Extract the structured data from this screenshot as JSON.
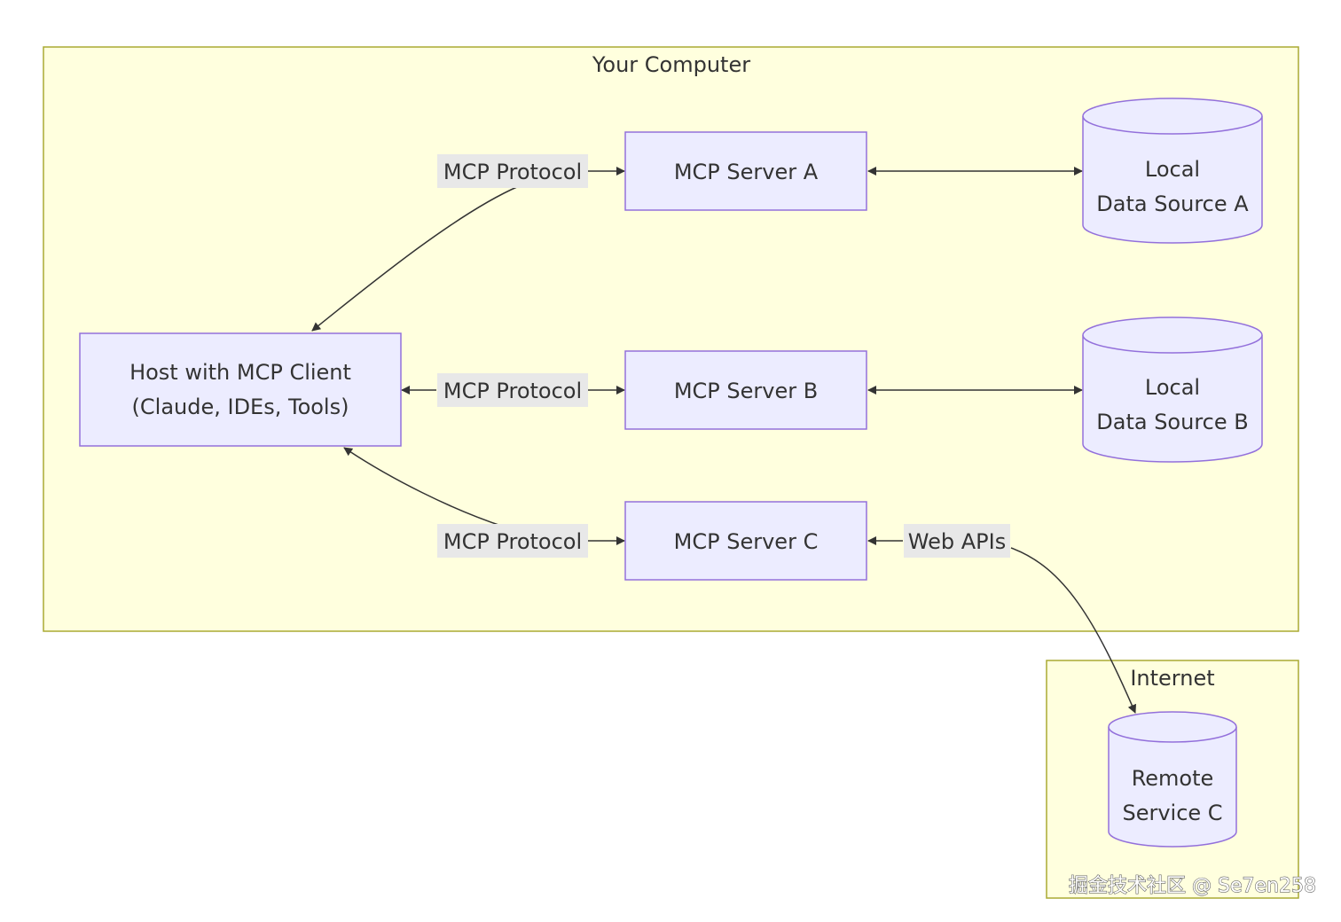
{
  "colors": {
    "cluster_fill": "#ffffde",
    "cluster_stroke": "#aaaa33",
    "node_fill": "#ececff",
    "node_stroke": "#9370db",
    "edge": "#333333",
    "edge_label_bg": "#e8e8e8"
  },
  "clusters": {
    "your_computer": {
      "title": "Your Computer"
    },
    "internet": {
      "title": "Internet"
    }
  },
  "nodes": {
    "host": {
      "line1": "Host with MCP Client",
      "line2": "(Claude, IDEs, Tools)"
    },
    "server_a": {
      "label": "MCP Server A"
    },
    "server_b": {
      "label": "MCP Server B"
    },
    "server_c": {
      "label": "MCP Server C"
    },
    "data_a": {
      "line1": "Local",
      "line2": "Data Source A"
    },
    "data_b": {
      "line1": "Local",
      "line2": "Data Source B"
    },
    "remote_c": {
      "line1": "Remote",
      "line2": "Service C"
    }
  },
  "edges": {
    "host_a_label": "MCP Protocol",
    "host_b_label": "MCP Protocol",
    "host_c_label": "MCP Protocol",
    "c_remote_label": "Web APIs"
  },
  "watermark": "掘金技术社区 @ Se7en258"
}
